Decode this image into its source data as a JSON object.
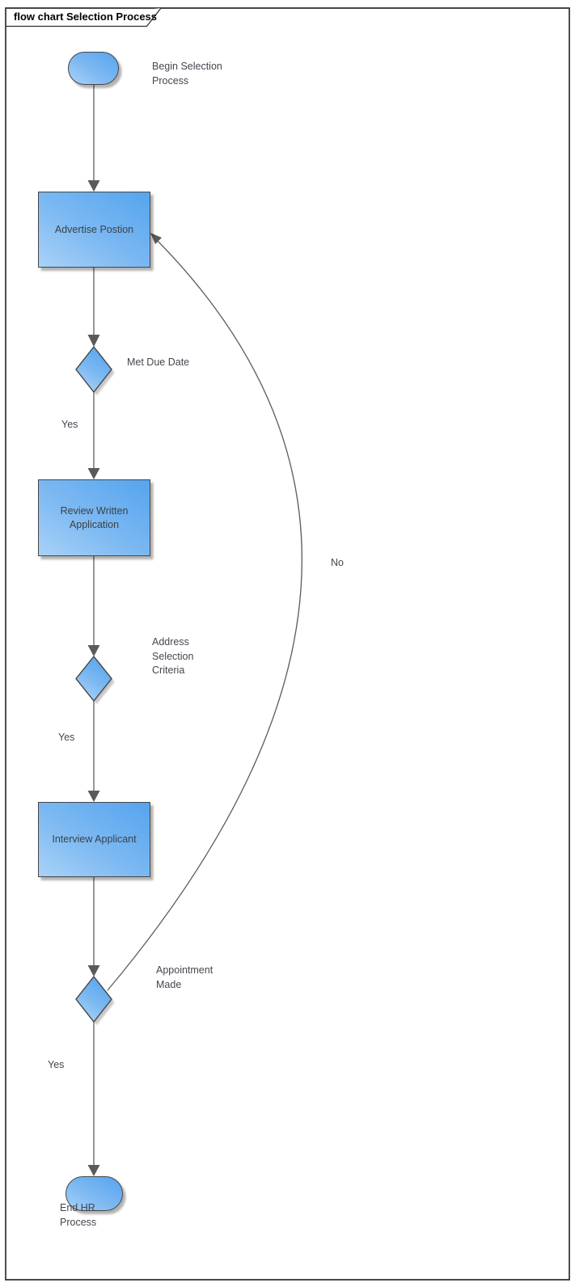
{
  "frame": {
    "title": "flow chart Selection Process",
    "type": "diagram-frame"
  },
  "nodes": {
    "start": {
      "label": "Begin Selection Process",
      "shape": "rounded-terminator"
    },
    "advertise": {
      "label": "Advertise Postion",
      "shape": "process-rectangle"
    },
    "met_due_date": {
      "label": "Met Due Date",
      "shape": "decision-diamond"
    },
    "review": {
      "label": "Review Written Application",
      "shape": "process-rectangle"
    },
    "address_criteria": {
      "label": "Address Selection Criteria",
      "shape": "decision-diamond"
    },
    "interview": {
      "label": "Interview Applicant",
      "shape": "process-rectangle"
    },
    "appointment_made": {
      "label": "Appointment Made",
      "shape": "decision-diamond"
    },
    "end": {
      "label": "End HR Process",
      "shape": "rounded-terminator"
    }
  },
  "edge_labels": {
    "yes_met_due_date": "Yes",
    "yes_address_criteria": "Yes",
    "yes_appointment_made": "Yes",
    "no_appointment_made": "No"
  },
  "colors": {
    "node_fill_dark": "#55a4ee",
    "node_fill_light": "#a9d2f7",
    "node_border": "#464646",
    "connector": "#5f5f5f",
    "label_text": "#43474e",
    "frame_border": "#2f2f2f",
    "shadow": "#aaaaaa"
  }
}
